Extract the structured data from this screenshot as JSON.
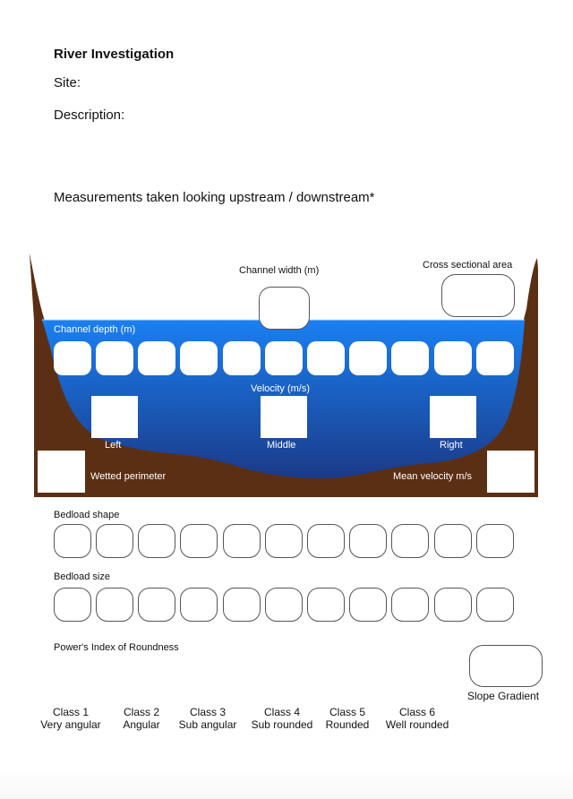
{
  "header": {
    "title": "River Investigation",
    "site_label": "Site:",
    "description_label": "Description:",
    "measurement_note": "Measurements taken looking upstream / downstream*"
  },
  "diagram": {
    "channel_width_label": "Channel width (m)",
    "cross_sectional_area_label": "Cross sectional area",
    "channel_depth_label": "Channel depth (m)",
    "depth_box_count": 11,
    "velocity_label": "Velocity (m/s)",
    "velocity_positions": [
      "Left",
      "Middle",
      "Right"
    ],
    "wetted_perimeter_label": "Wetted perimeter",
    "mean_velocity_label": "Mean velocity m/s",
    "colors": {
      "water_top": "#1a80f2",
      "water_bottom": "#1b3a88",
      "bank": "#5b2f14"
    }
  },
  "bedload": {
    "shape_label": "Bedload shape",
    "size_label": "Bedload size",
    "box_count": 11
  },
  "roundness": {
    "title": "Power's Index of Roundness",
    "classes": [
      {
        "class": "Class 1",
        "name": "Very angular"
      },
      {
        "class": "Class 2",
        "name": "Angular"
      },
      {
        "class": "Class 3",
        "name": "Sub angular"
      },
      {
        "class": "Class 4",
        "name": "Sub rounded"
      },
      {
        "class": "Class 5",
        "name": "Rounded"
      },
      {
        "class": "Class 6",
        "name": "Well rounded"
      }
    ],
    "slope_gradient_label": "Slope Gradient"
  }
}
